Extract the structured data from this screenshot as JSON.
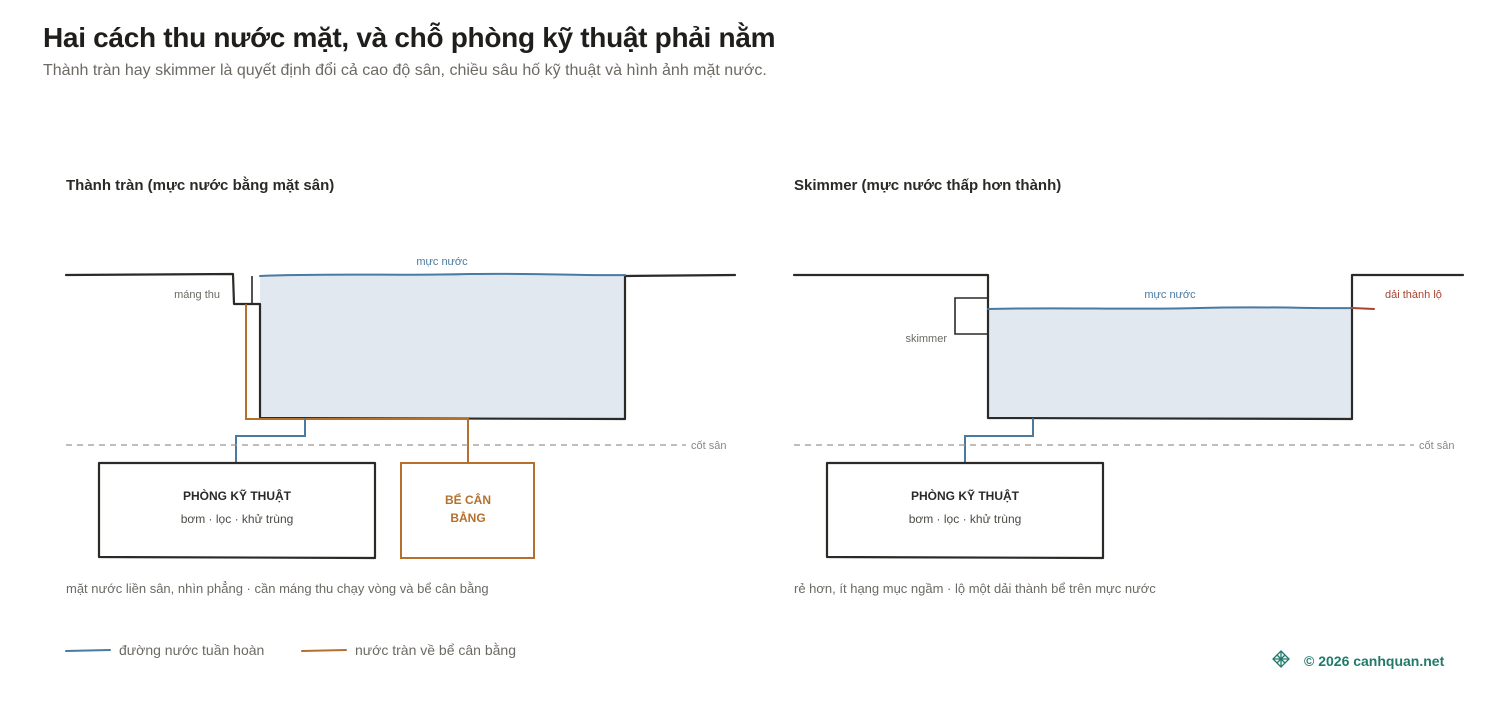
{
  "title": "Hai cách thu nước mặt, và chỗ phòng kỹ thuật phải nằm",
  "subtitle": "Thành tràn hay skimmer là quyết định đổi cả cao độ sân, chiều sâu hố kỹ thuật và hình ảnh mặt nước.",
  "left_panel": {
    "title": "Thành tràn (mực nước bằng mặt sân)",
    "water_label": "mực nước",
    "gutter_label": "máng thu",
    "grade_label": "cốt sân",
    "room_title": "PHÒNG KỸ THUẬT",
    "room_sub": "bơm · lọc · khử trùng",
    "balance_line1": "BỂ CÂN",
    "balance_line2": "BẰNG",
    "caption": "mặt nước liền sân, nhìn phẳng · cần máng thu chạy vòng và bể cân bằng"
  },
  "right_panel": {
    "title": "Skimmer (mực nước thấp hơn thành)",
    "water_label": "mực nước",
    "skimmer_label": "skimmer",
    "strip_label": "dải thành lộ",
    "grade_label": "cốt sân",
    "room_title": "PHÒNG KỸ THUẬT",
    "room_sub": "bơm · lọc · khử trùng",
    "caption": "rẻ hơn, ít hạng mục ngầm · lộ một dải thành bể trên mực nước"
  },
  "legend": {
    "circulation": "đường nước tuần hoàn",
    "overflow": "nước tràn về bể cân bằng"
  },
  "credit": "© 2026 canhquan.net",
  "colors": {
    "ink": "#2b2a27",
    "water_fill": "#e1e8f0",
    "circulation": "#4a7aa0",
    "overflow": "#b5702e",
    "exposed_strip": "#a8442f",
    "brand": "#1f7a6a"
  },
  "icons": {
    "brand": "lattice-logo-icon"
  }
}
